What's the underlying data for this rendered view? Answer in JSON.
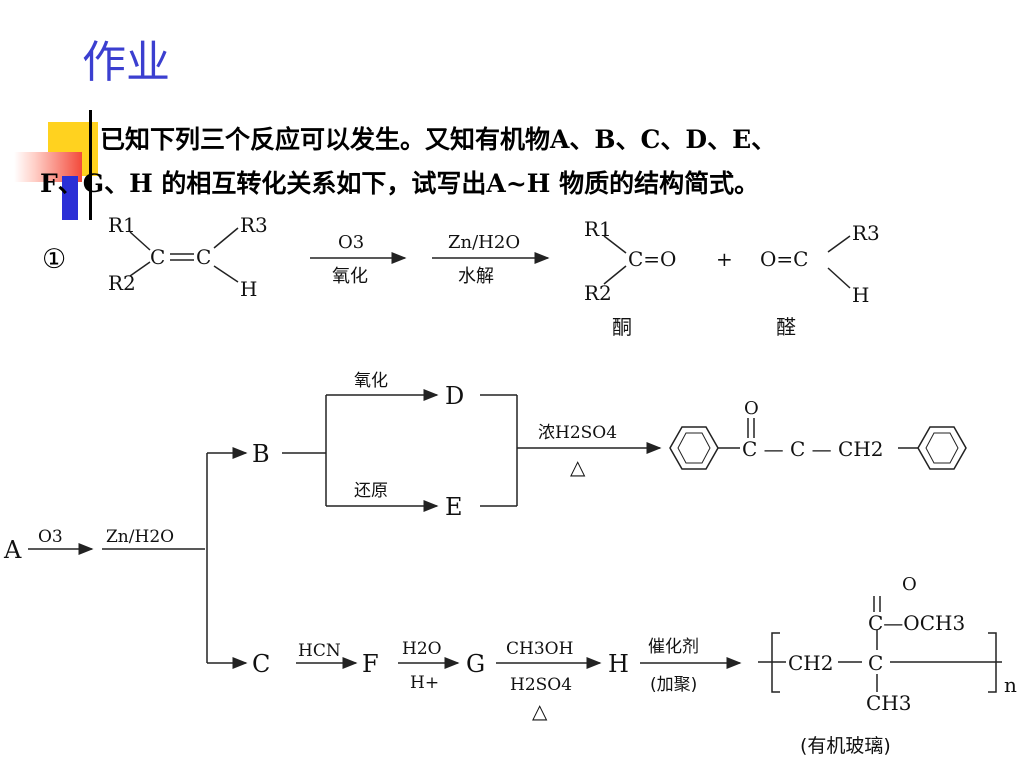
{
  "title": "作业",
  "intro": {
    "line1": "已知下列三个反应可以发生。又知有机物A、B、C、D、E、",
    "line2": "F、G、H 的相互转化关系如下，试写出A~H 物质的结构简式。"
  },
  "reaction1": {
    "number": "①",
    "reactant": {
      "r1": "R1",
      "r2": "R2",
      "r3": "R3",
      "h": "H"
    },
    "step1": {
      "reagent": "O3",
      "condition": "氧化"
    },
    "step2": {
      "reagent": "Zn/H2O",
      "condition": "水解"
    },
    "ketone": {
      "r1": "R1",
      "r2": "R2",
      "formula": "C=O",
      "name": "酮"
    },
    "plus": "+",
    "aldehyde": {
      "formula": "O=C",
      "r3": "R3",
      "h": "H",
      "name": "醛"
    }
  },
  "scheme": {
    "A": "A",
    "A_reagent": "O3",
    "A_reagent2": "Zn/H2O",
    "B": "B",
    "C": "C",
    "D": "D",
    "E": "E",
    "F": "F",
    "G": "G",
    "H": "H",
    "oxidation": "氧化",
    "reduction": "还原",
    "conc_acid": "浓H2SO4",
    "heat": "△",
    "product1_carbonyl_o": "O",
    "product1_chain": "C — C — CH2",
    "hcn": "HCN",
    "h2o": "H2O",
    "h_plus": "H+",
    "methanol": "CH3OH",
    "h2so4": "H2SO4",
    "catalyst": "催化剂",
    "polymerize": "(加聚)",
    "polymer": {
      "ch2": "CH2",
      "c": "C",
      "ester": "C—OCH3",
      "o": "O",
      "ch3": "CH3",
      "n": "n",
      "name": "(有机玻璃)"
    }
  }
}
